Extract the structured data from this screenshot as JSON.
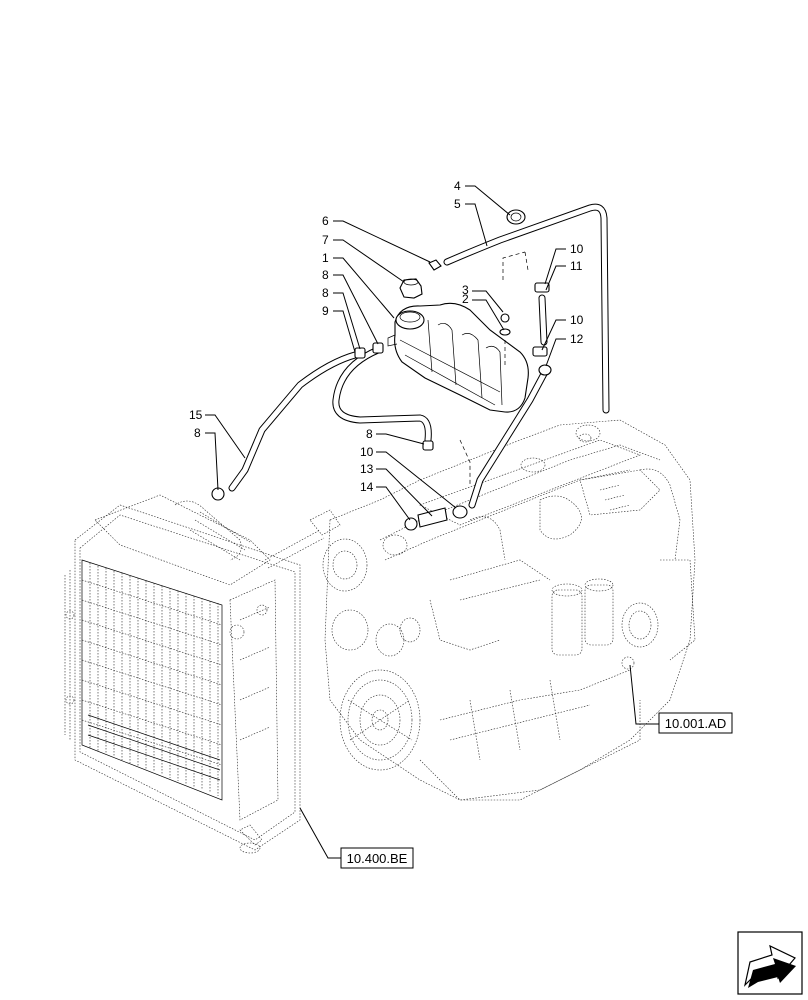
{
  "callouts": {
    "c4": "4",
    "c5": "5",
    "c6": "6",
    "c7": "7",
    "c1": "1",
    "c8a": "8",
    "c8b": "8",
    "c9": "9",
    "c3": "3",
    "c2": "2",
    "c10a": "10",
    "c11": "11",
    "c10b": "10",
    "c12": "12",
    "c15": "15",
    "c8c": "8",
    "c8d": "8",
    "c10c": "10",
    "c13": "13",
    "c14": "14"
  },
  "references": {
    "engine": "10.001.AD",
    "radiator": "10.400.BE"
  },
  "icons": {
    "nav": "next-page-arrow-icon"
  }
}
